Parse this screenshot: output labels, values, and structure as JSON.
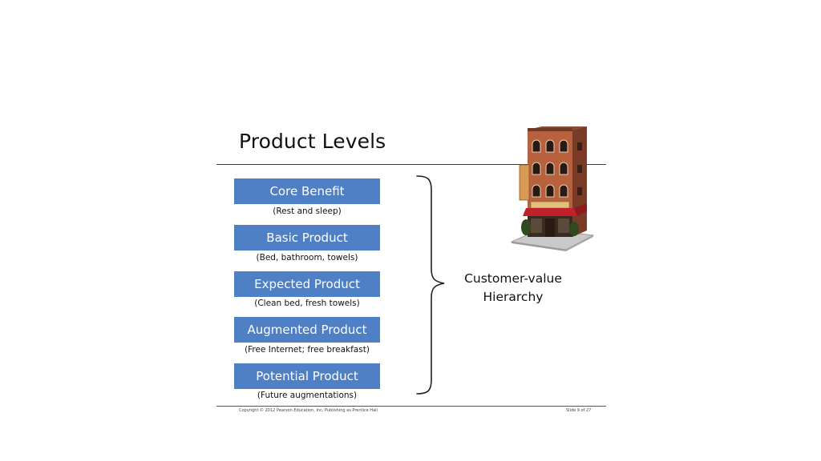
{
  "slide": {
    "title": "Product Levels",
    "levels": [
      {
        "label": "Core Benefit",
        "caption": "(Rest and sleep)"
      },
      {
        "label": "Basic Product",
        "caption": "(Bed, bathroom, towels)"
      },
      {
        "label": "Expected Product",
        "caption": "(Clean bed, fresh towels)"
      },
      {
        "label": "Augmented Product",
        "caption": "(Free Internet; free breakfast)"
      },
      {
        "label": "Potential Product",
        "caption": "(Future augmentations)"
      }
    ],
    "hierarchy_label": [
      "Customer-value",
      "Hierarchy"
    ],
    "footer": {
      "copyright": "Copyright © 2012 Pearson Education, Inc. Publishing as Prentice Hall",
      "slide_number": "Slide 9 of 27"
    }
  },
  "colors": {
    "box_fill": "#4f7fc4",
    "box_text": "#ffffff",
    "text": "#111111"
  },
  "icons": {
    "illustration": "hotel-building-icon"
  }
}
